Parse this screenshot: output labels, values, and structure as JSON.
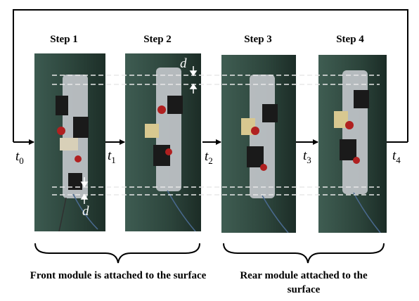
{
  "steps": [
    {
      "title": "Step 1"
    },
    {
      "title": "Step 2"
    },
    {
      "title": "Step 3"
    },
    {
      "title": "Step 4"
    }
  ],
  "times": [
    {
      "base": "t",
      "sub": "0"
    },
    {
      "base": "t",
      "sub": "1"
    },
    {
      "base": "t",
      "sub": "2"
    },
    {
      "base": "t",
      "sub": "3"
    },
    {
      "base": "t",
      "sub": "4"
    }
  ],
  "distance_label": "d",
  "captions": {
    "front": "Front module is attached to the surface",
    "rear": "Rear module attached to the surface"
  },
  "colors": {
    "wall": "#2f4a40",
    "wall_dark": "#1e322b",
    "robot": "#c9ccd0",
    "wire_red": "#b02020",
    "dashed": "#e8e8e8",
    "line": "#000000"
  }
}
